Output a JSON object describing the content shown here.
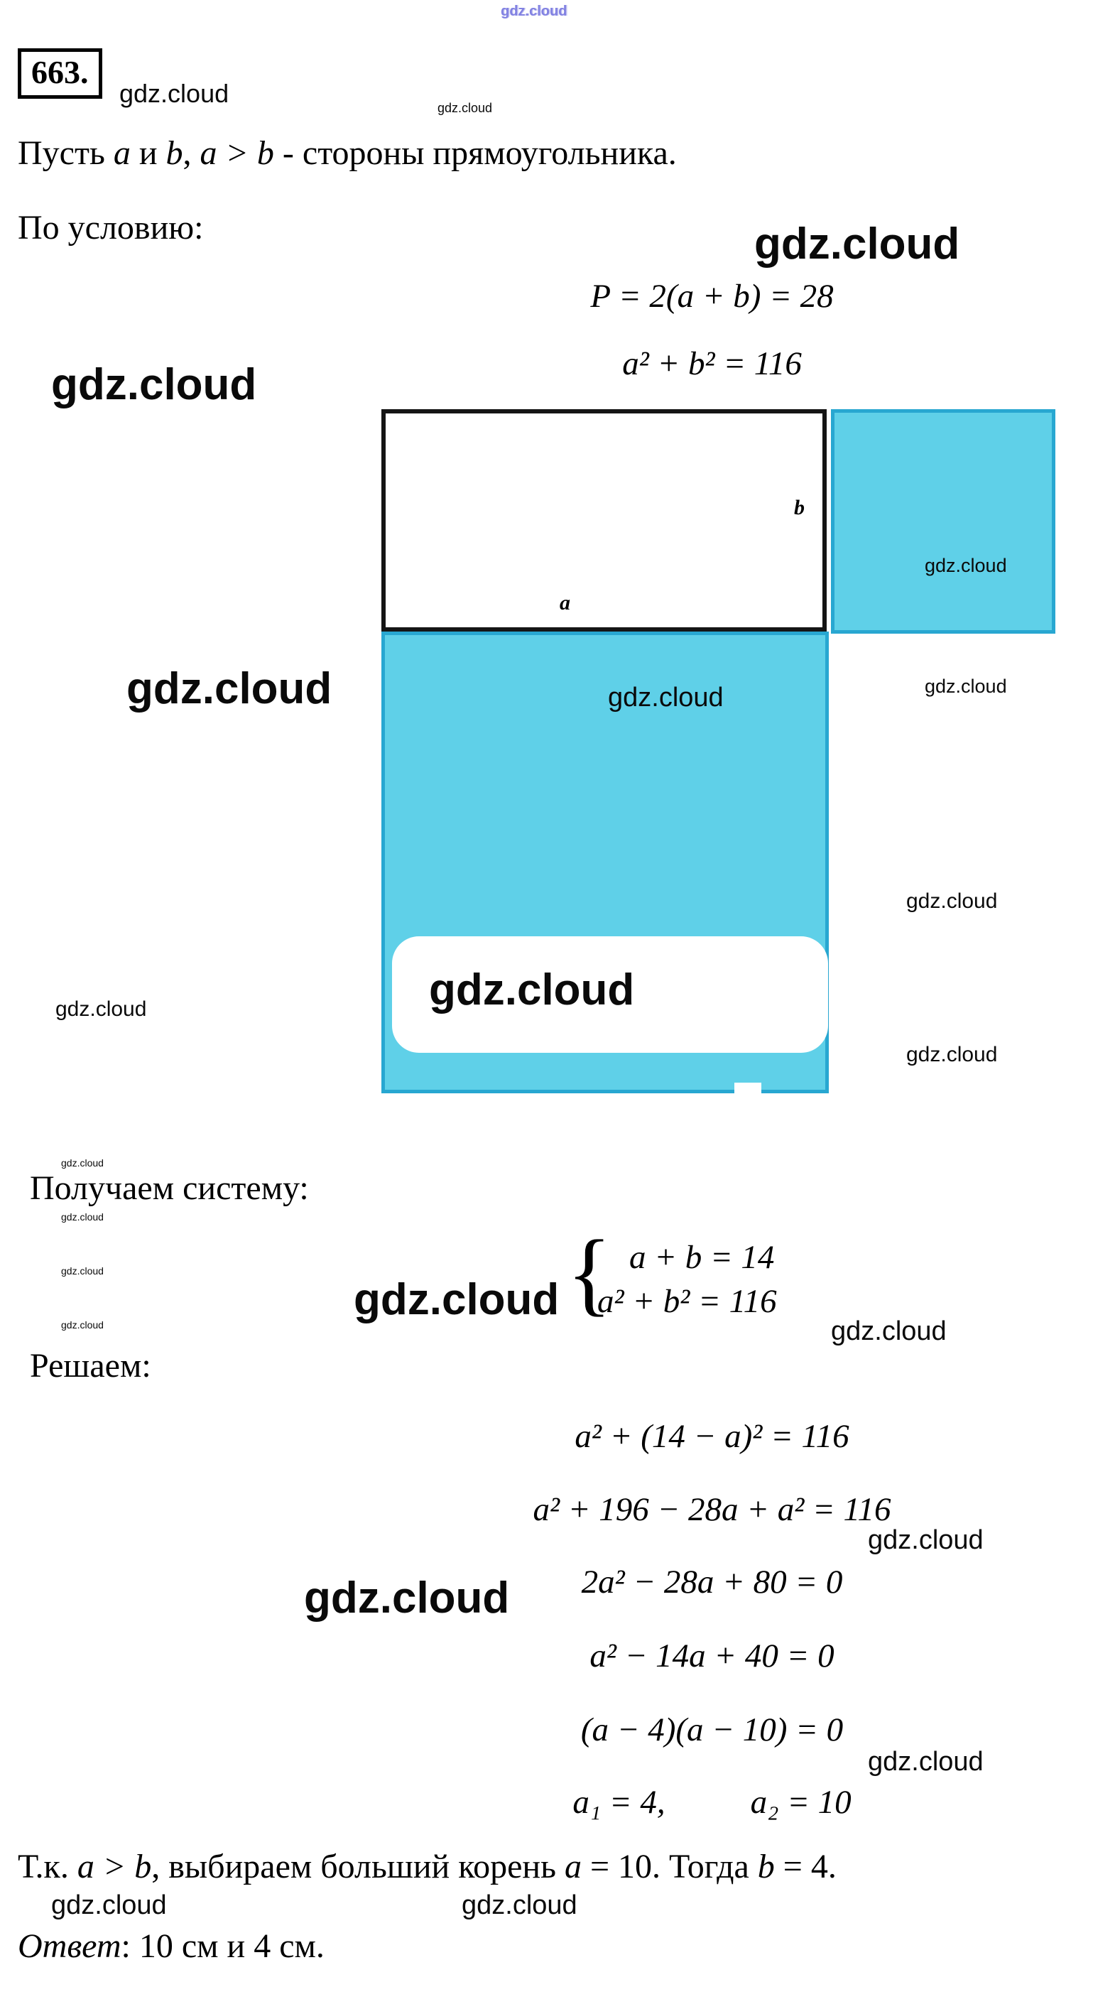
{
  "brand": "gdz.cloud",
  "colors": {
    "square_fill": "#5fd0e8",
    "square_border": "#28a7d1",
    "watermark_top": "#8282e2"
  },
  "problem": {
    "number": "663.",
    "statement": [
      "Пусть ",
      "a",
      " и ",
      "b",
      ", ",
      "a > b",
      " - стороны прямоугольника."
    ],
    "given_label": "По условию:",
    "eq_perimeter": "P = 2(a + b) = 28",
    "eq_squares": "a² + b² = 116"
  },
  "diagram": {
    "label_a": "a",
    "label_b": "b"
  },
  "system": {
    "label": "Получаем систему:",
    "brace": "{",
    "eq1": "a + b = 14",
    "eq2": "a² + b² = 116"
  },
  "solve": {
    "label": "Решаем:",
    "steps": [
      "a² + (14 − a)² = 116",
      "a² + 196 − 28a + a² = 116",
      "2a² − 28a + 80 = 0",
      "a² − 14a + 40 = 0",
      "(a − 4)(a − 10) = 0"
    ],
    "roots_1": "a₁ = 4,",
    "roots_2": "a₂ = 10"
  },
  "conclusion": [
    "Т.к. ",
    "a > b",
    ", выбираем больший корень ",
    "a",
    " = 10. Тогда ",
    "b",
    " = 4."
  ],
  "answer": {
    "label": "Ответ",
    "text": ": 10 см и 4 см."
  }
}
